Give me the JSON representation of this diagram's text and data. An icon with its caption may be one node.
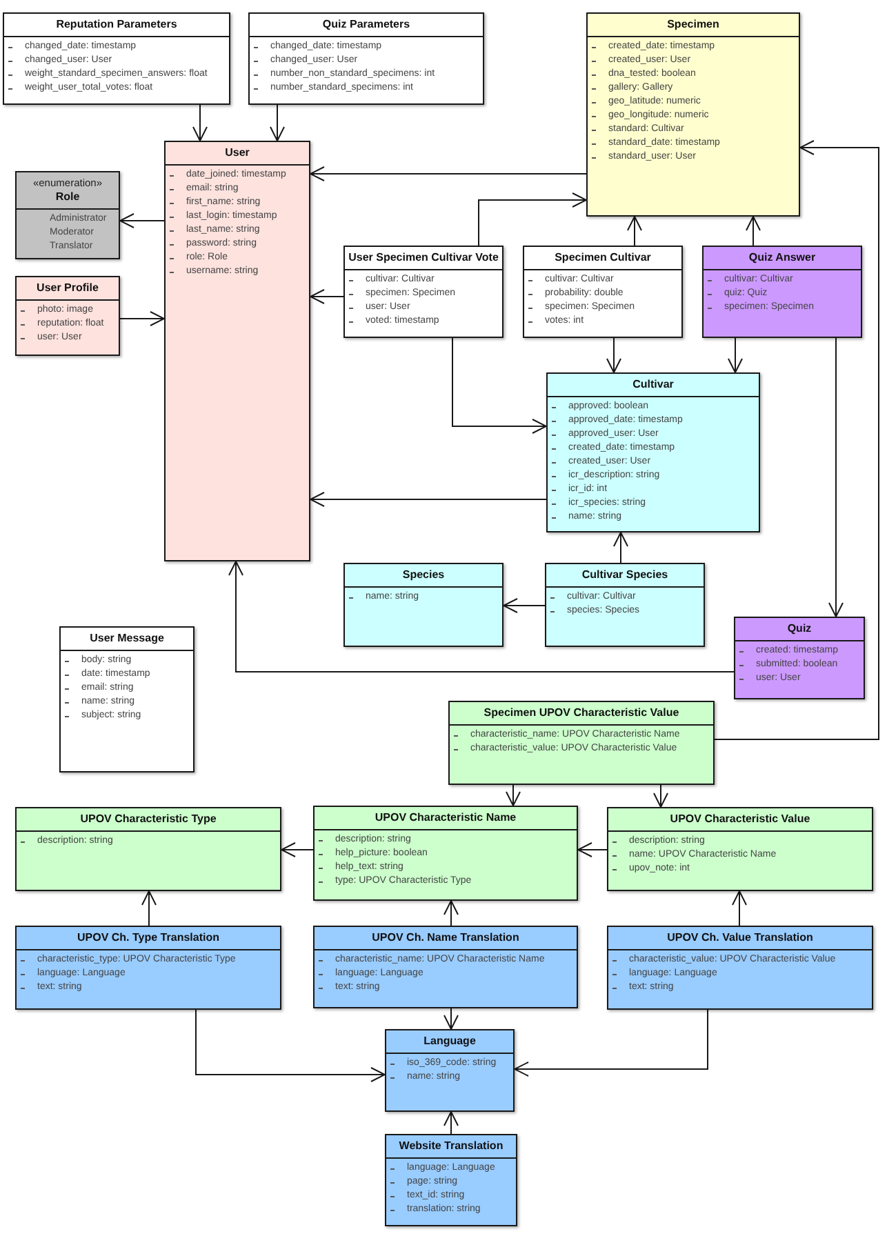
{
  "diagram": {
    "nodes": [
      {
        "text": [
          "Reputation Parameters",
          "changed_date: timestamp",
          "changed_user: User",
          "weight_standard_specimen_answers: float",
          "weight_user_total_votes: float"
        ]
      },
      {
        "text": [
          "Quiz Parameters",
          "changed_date: timestamp",
          "changed_user: User",
          "number_non_standard_specimens: int",
          "number_standard_specimens: int"
        ]
      },
      {
        "text": [
          "Specimen",
          "created_date: timestamp",
          "created_user: User",
          "dna_tested: boolean",
          "gallery: Gallery",
          "geo_latitude: numeric",
          "geo_longitude: numeric",
          "standard: Cultivar",
          "standard_date: timestamp",
          "standard_user: User"
        ]
      },
      {
        "text": [
          "User",
          "date_joined: timestamp",
          "email: string",
          "first_name: string",
          "last_login: timestamp",
          "last_name: string",
          "password: string",
          "role: Role",
          "username: string"
        ]
      },
      {
        "text": [
          "«enumeration»",
          "Role",
          "Administrator",
          "Moderator",
          "Translator"
        ]
      },
      {
        "text": [
          "User Profile",
          "photo: image",
          "reputation: float",
          "user: User"
        ]
      },
      {
        "text": [
          "User Specimen Cultivar Vote",
          "cultivar: Cultivar",
          "specimen: Specimen",
          "user: User",
          "voted: timestamp"
        ]
      },
      {
        "text": [
          "Specimen Cultivar",
          "cultivar: Cultivar",
          "probability: double",
          "specimen: Specimen",
          "votes: int"
        ]
      },
      {
        "text": [
          "Quiz Answer",
          "cultivar: Cultivar",
          "quiz: Quiz",
          "specimen: Specimen"
        ]
      },
      {
        "text": [
          "Cultivar",
          "approved: boolean",
          "approved_date: timestamp",
          "approved_user: User",
          "created_date: timestamp",
          "created_user: User",
          "icr_description: string",
          "icr_id: int",
          "icr_species: string",
          "name: string"
        ]
      },
      {
        "text": [
          "Species",
          "name: string"
        ]
      },
      {
        "text": [
          "Cultivar Species",
          "cultivar: Cultivar",
          "species: Species"
        ]
      },
      {
        "text": [
          "User Message",
          "body: string",
          "date: timestamp",
          "email: string",
          "name: string",
          "subject: string"
        ]
      },
      {
        "text": [
          "Quiz",
          "created: timestamp",
          "submitted: boolean",
          "user: User"
        ]
      },
      {
        "text": [
          "Specimen UPOV Characteristic Value",
          "characteristic_name: UPOV Characteristic Name",
          "characteristic_value: UPOV Characteristic Value"
        ]
      },
      {
        "text": [
          "UPOV Characteristic Type",
          "description: string"
        ]
      },
      {
        "text": [
          "UPOV Characteristic Name",
          "description: string",
          "help_picture: boolean",
          "help_text: string",
          "type: UPOV Characteristic Type"
        ]
      },
      {
        "text": [
          "UPOV Characteristic Value",
          "description: string",
          "name: UPOV Characteristic Name",
          "upov_note: int"
        ]
      },
      {
        "text": [
          "UPOV Ch. Type Translation",
          "characteristic_type: UPOV Characteristic Type",
          "language: Language",
          "text: string"
        ]
      },
      {
        "text": [
          "UPOV Ch. Name Translation",
          "characteristic_name: UPOV Characteristic Name",
          "language: Language",
          "text: string"
        ]
      },
      {
        "text": [
          "UPOV Ch. Value Translation",
          "characteristic_value: UPOV Characteristic Value",
          "language: Language",
          "text: string"
        ]
      },
      {
        "text": [
          "Language",
          "iso_369_code: string",
          "name: string"
        ]
      },
      {
        "text": [
          "Website Translation",
          "language: Language",
          "page: string",
          "text_id: string",
          "translation: string"
        ]
      }
    ],
    "edges": [
      {
        "from": 0,
        "to": 3,
        "arrow": "to"
      },
      {
        "from": 1,
        "to": 3,
        "arrow": "to"
      },
      {
        "from": 2,
        "to": 3,
        "arrow": "to"
      },
      {
        "from": 3,
        "to": 4,
        "arrow": "to"
      },
      {
        "from": 5,
        "to": 3,
        "arrow": "to"
      },
      {
        "from": 6,
        "to": 3,
        "arrow": "to"
      },
      {
        "from": 6,
        "to": 2,
        "arrow": "to"
      },
      {
        "from": 7,
        "to": 2,
        "arrow": "to"
      },
      {
        "from": 8,
        "to": 2,
        "arrow": "to"
      },
      {
        "from": 6,
        "to": 9,
        "arrow": "to"
      },
      {
        "from": 7,
        "to": 9,
        "arrow": "to"
      },
      {
        "from": 8,
        "to": 9,
        "arrow": "to"
      },
      {
        "from": 9,
        "to": 3,
        "arrow": "to"
      },
      {
        "from": 11,
        "to": 9,
        "arrow": "to"
      },
      {
        "from": 11,
        "to": 10,
        "arrow": "to"
      },
      {
        "from": 13,
        "to": 3,
        "arrow": "to"
      },
      {
        "from": 8,
        "to": 13,
        "arrow": "to"
      },
      {
        "from": 14,
        "to": 2,
        "arrow": "to"
      },
      {
        "from": 14,
        "to": 16,
        "arrow": "to"
      },
      {
        "from": 14,
        "to": 17,
        "arrow": "to"
      },
      {
        "from": 17,
        "to": 16,
        "arrow": "to"
      },
      {
        "from": 16,
        "to": 15,
        "arrow": "to"
      },
      {
        "from": 18,
        "to": 15,
        "arrow": "to"
      },
      {
        "from": 19,
        "to": 16,
        "arrow": "to"
      },
      {
        "from": 20,
        "to": 17,
        "arrow": "to"
      },
      {
        "from": 19,
        "to": 21,
        "arrow": "to"
      },
      {
        "from": 18,
        "to": 21,
        "arrow": "to"
      },
      {
        "from": 20,
        "to": 21,
        "arrow": "to"
      },
      {
        "from": 22,
        "to": 21,
        "arrow": "to"
      }
    ]
  }
}
